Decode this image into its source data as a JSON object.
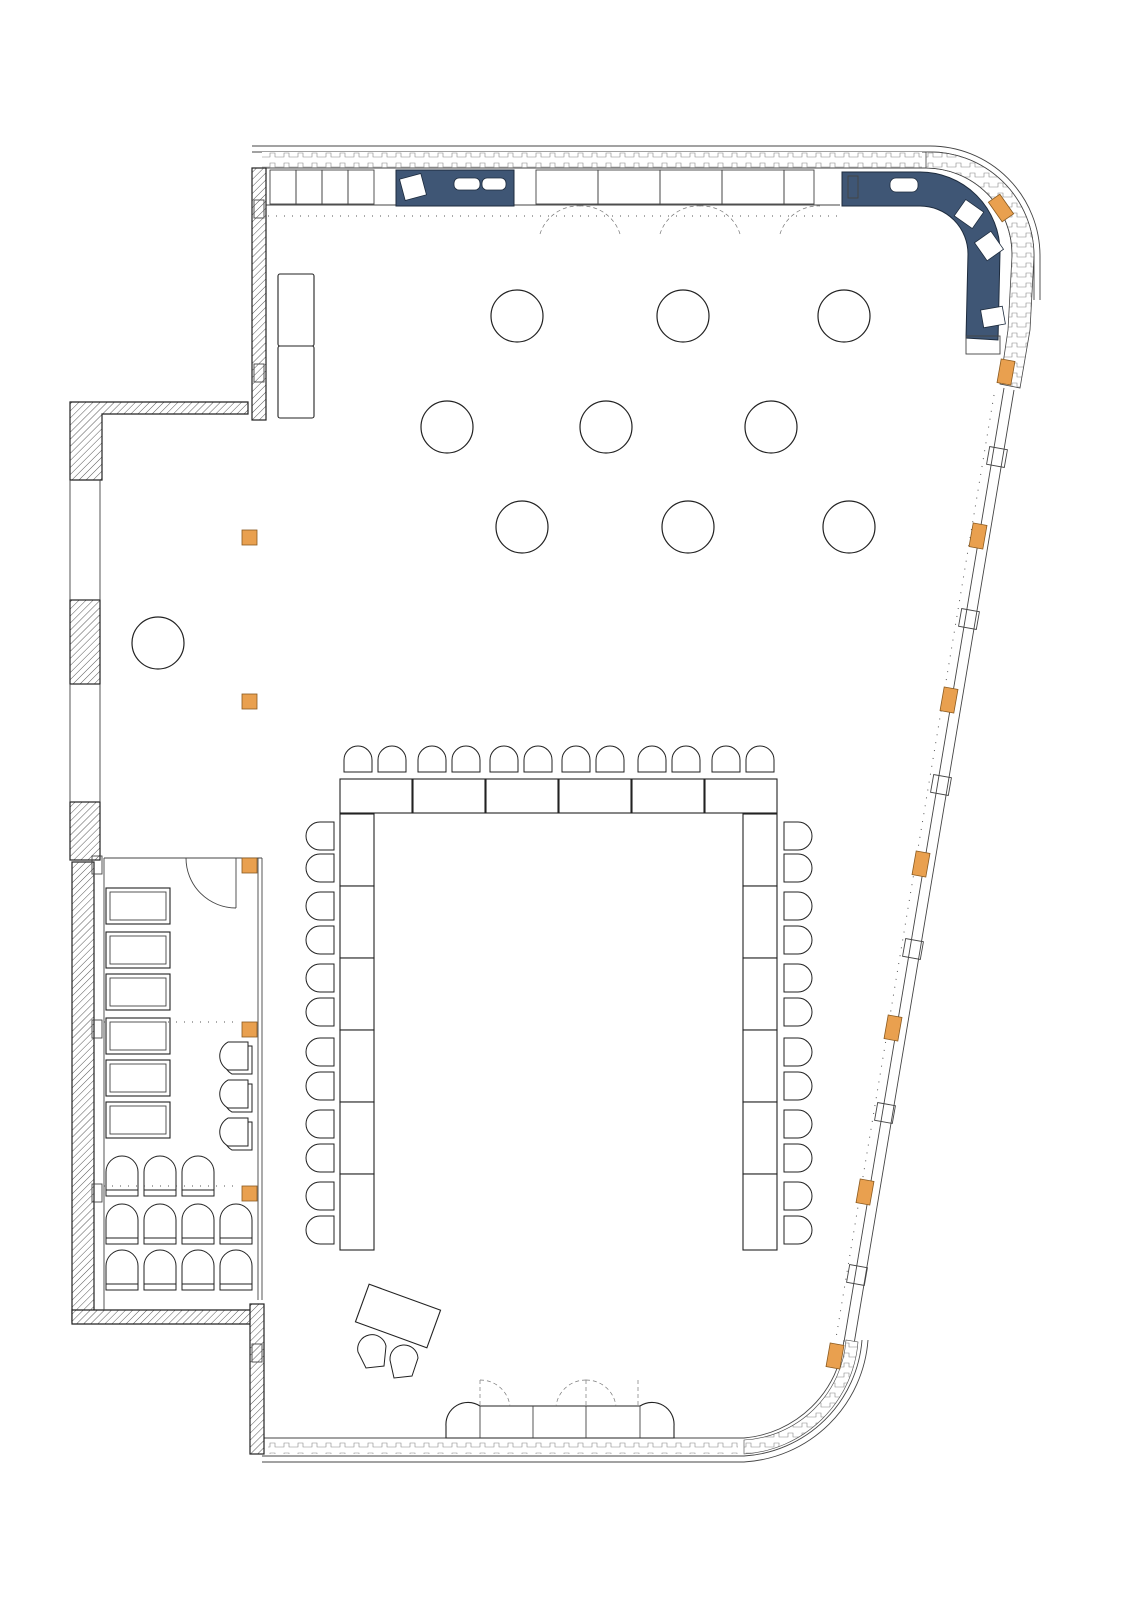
{
  "plan": {
    "kind": "floor-plan",
    "colors": {
      "wall_line": "#222222",
      "column_orange": "#e9a04f",
      "lounge_navy": "#3f5675",
      "background": "#ffffff"
    },
    "elements": {
      "round_tables": 10,
      "rectangular_tables_top_row": 6,
      "rectangular_tables_left_row": 6,
      "rectangular_tables_right_row": 6,
      "chairs_top_row": 12,
      "chairs_left_row": 12,
      "chairs_right_row": 12,
      "stacked_tables_storage": 6,
      "stacked_chair_groups_storage": 14,
      "orange_columns": 13
    }
  }
}
